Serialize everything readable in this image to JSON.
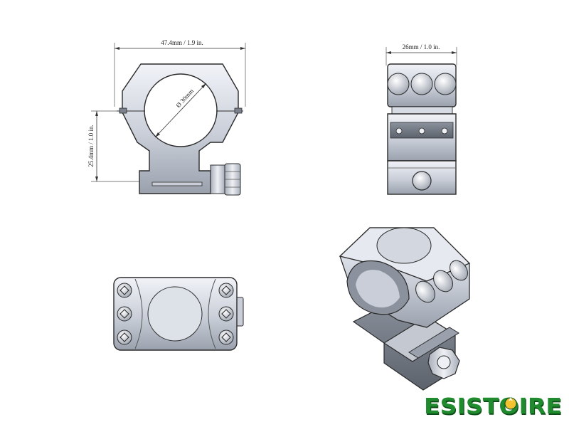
{
  "drawing": {
    "front_view": {
      "width_dimension": "47.4mm / 1.9 in.",
      "height_dimension": "25.4mm / 1.0 in.",
      "bore_dimension": "Ø 30mm"
    },
    "side_view": {
      "width_dimension": "26mm / 1.0 in."
    }
  },
  "logo": {
    "text": "ESISTOIRE",
    "colors": {
      "fill": "#1f8a2e",
      "shadow": "#0d4d17",
      "accent": "#f2c230"
    }
  },
  "colors": {
    "metal_light": "#e7eaf1",
    "metal_mid": "#b9bfca",
    "metal_dark": "#7b828e",
    "outline": "#2b2b2b"
  }
}
